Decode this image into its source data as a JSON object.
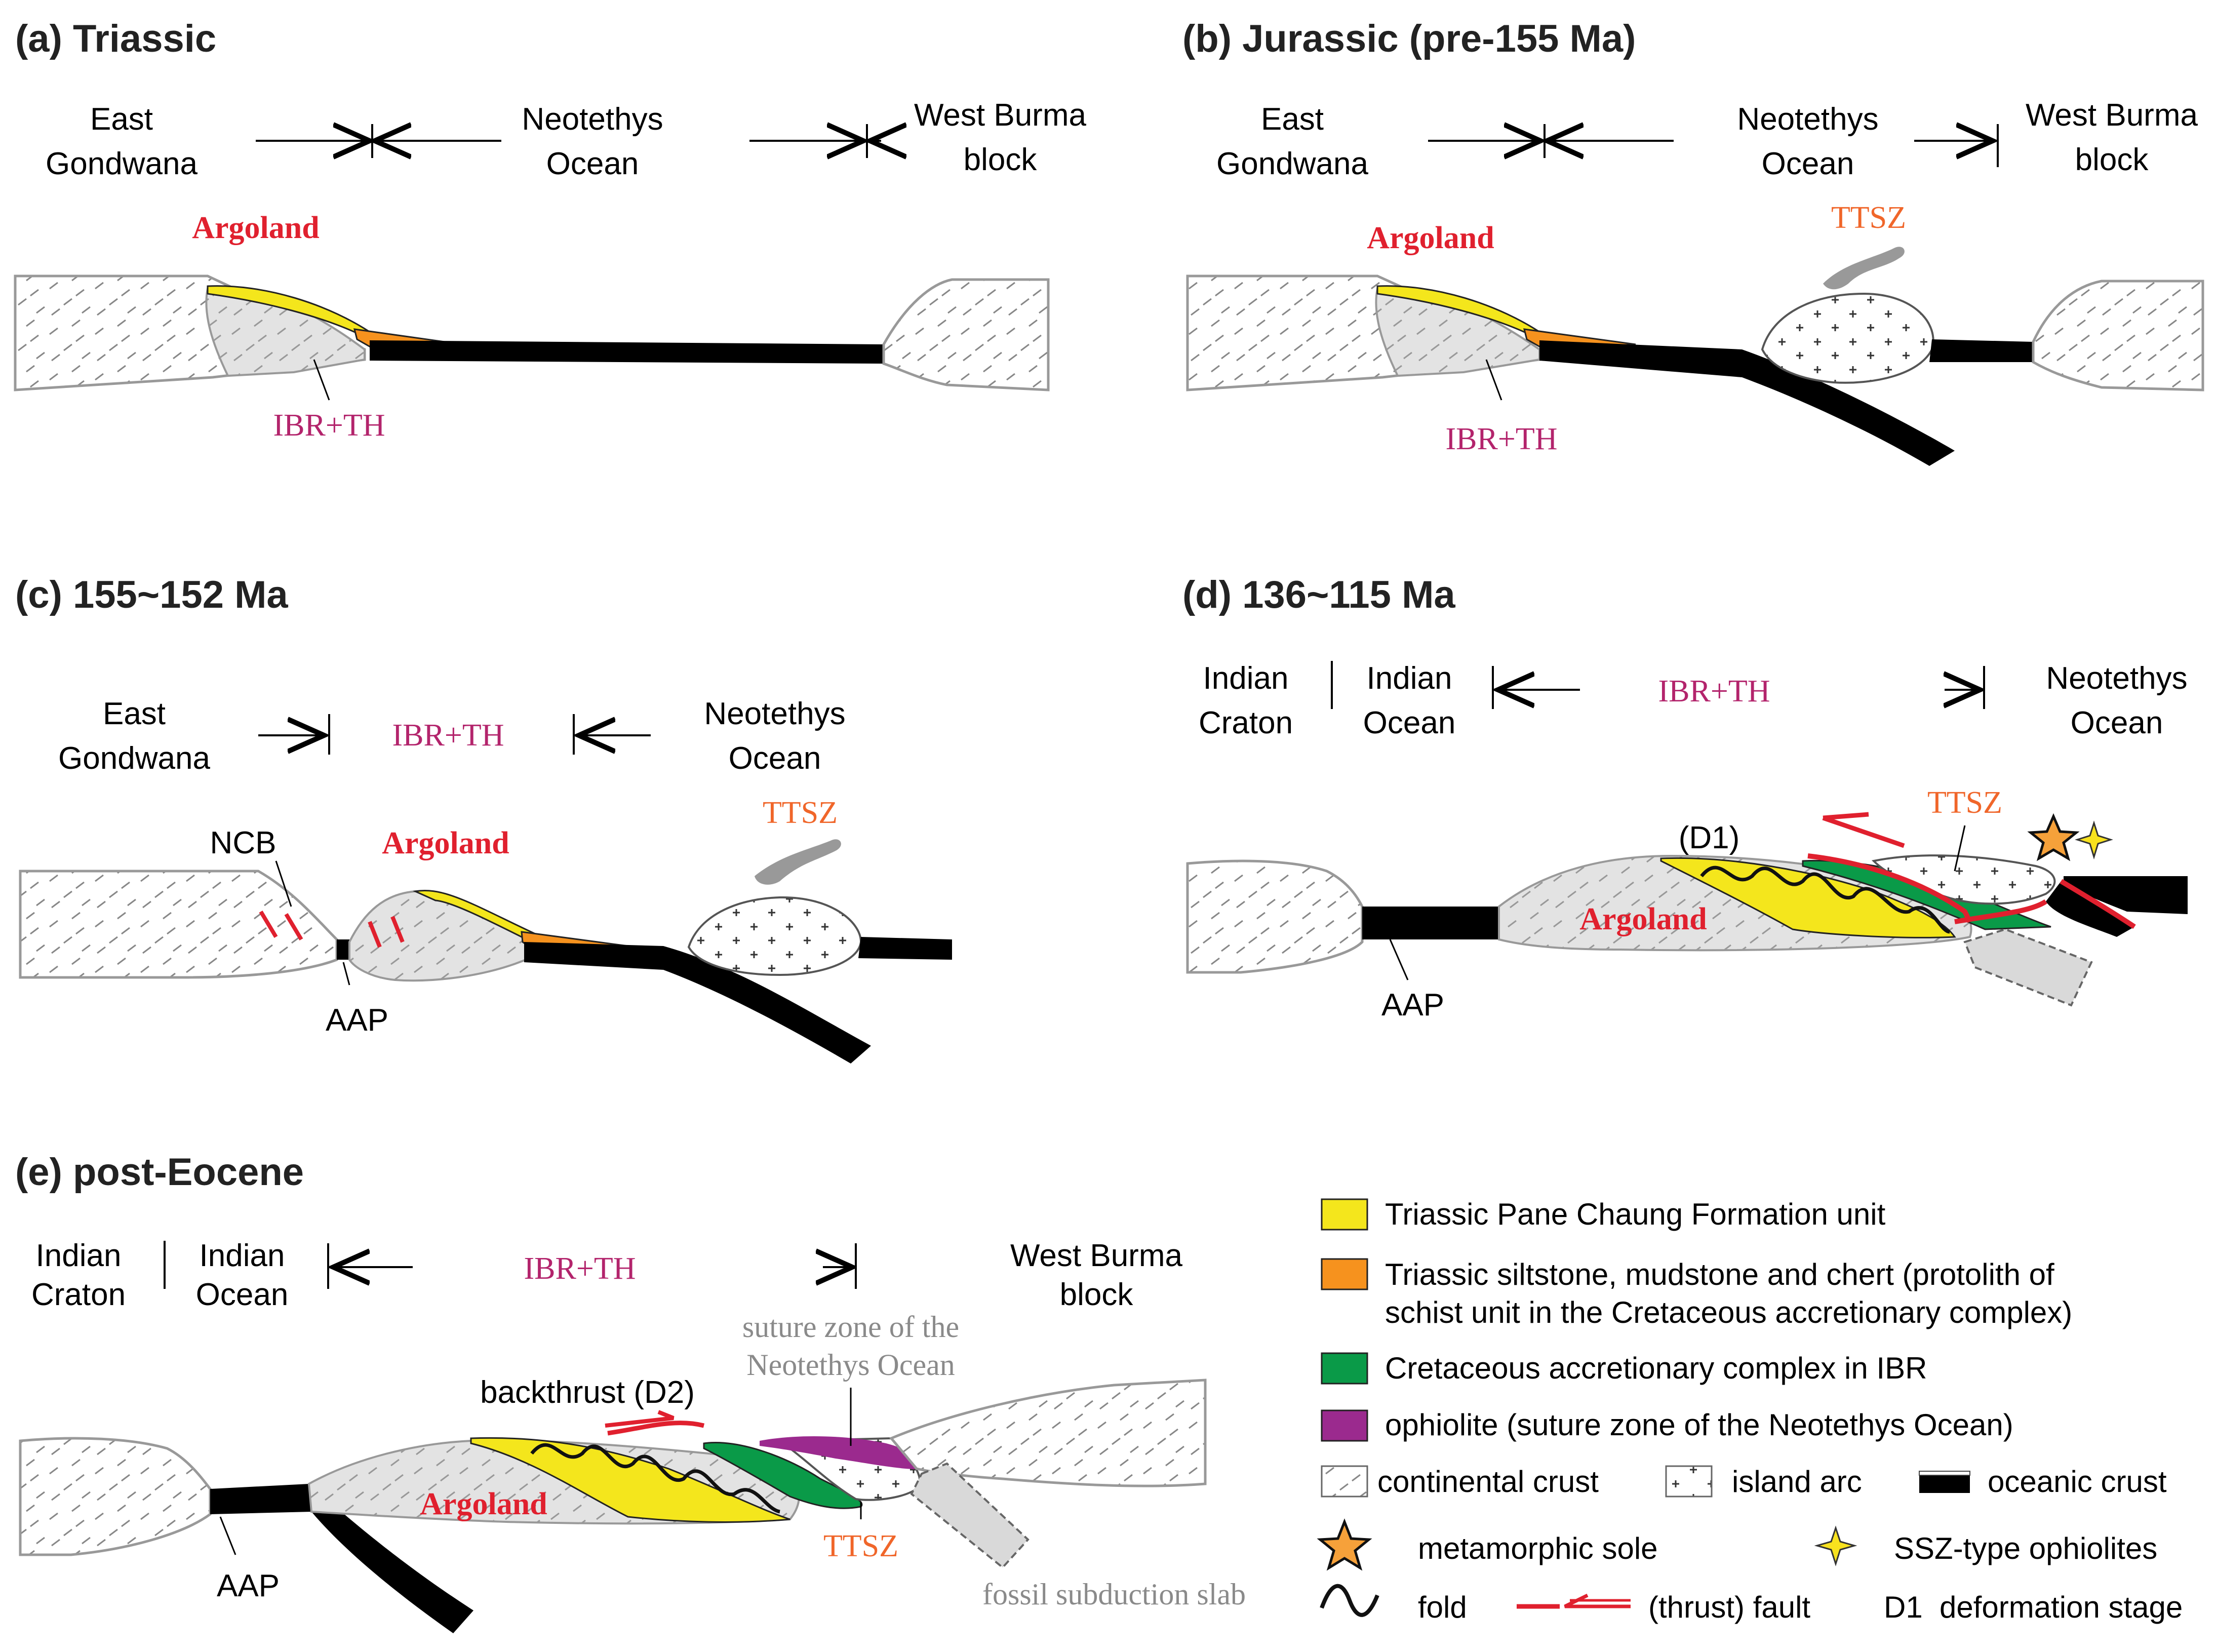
{
  "panels": {
    "a": {
      "title": "(a) Triassic",
      "regions": [
        "East",
        "Gondwana",
        "Neotethys",
        "Ocean",
        "West Burma",
        "block"
      ],
      "argoland": "Argoland",
      "ibr": "IBR+TH"
    },
    "b": {
      "title": "(b) Jurassic (pre-155 Ma)",
      "regions": [
        "East",
        "Gondwana",
        "Neotethys",
        "Ocean",
        "West Burma",
        "block"
      ],
      "argoland": "Argoland",
      "ibr": "IBR+TH",
      "ttsz": "TTSZ"
    },
    "c": {
      "title": "(c) 155~152 Ma",
      "regions": [
        "East",
        "Gondwana",
        "IBR+TH",
        "Neotethys",
        "Ocean"
      ],
      "ncb": "NCB",
      "argoland": "Argoland",
      "ttsz": "TTSZ",
      "aap": "AAP"
    },
    "d": {
      "title": "(d) 136~115 Ma",
      "regions": [
        "Indian",
        "Craton",
        "Indian",
        "Ocean",
        "IBR+TH",
        "Neotethys",
        "Ocean"
      ],
      "d1": "(D1)",
      "ttsz": "TTSZ",
      "argoland": "Argoland",
      "aap": "AAP"
    },
    "e": {
      "title": "(e) post-Eocene",
      "regions": [
        "Indian",
        "Craton",
        "Indian",
        "Ocean",
        "IBR+TH",
        "West Burma",
        "block"
      ],
      "suture": [
        "suture zone of the",
        "Neotethys Ocean"
      ],
      "backthrust": "backthrust (D2)",
      "argoland": "Argoland",
      "ttsz": "TTSZ",
      "aap": "AAP",
      "slab": "fossil subduction slab"
    }
  },
  "legend": {
    "yellow": "Triassic Pane Chaung Formation unit",
    "orange": [
      "Triassic siltstone, mudstone and chert (protolith of",
      "schist unit in the Cretaceous accretionary complex)"
    ],
    "green": "Cretaceous accretionary complex in IBR",
    "purple": "ophiolite (suture zone of the Neotethys Ocean)",
    "continental": "continental crust",
    "arc": "island arc",
    "oceanic": "oceanic crust",
    "sole": "metamorphic sole",
    "ssz": "SSZ-type ophiolites",
    "fold": "fold",
    "fault": "(thrust) fault",
    "d1": "D1",
    "d1_desc": "deformation stage"
  },
  "colors": {
    "yellow": "#f4e61c",
    "orange": "#f6921e",
    "green": "#0a9a48",
    "purple": "#9b2a8e",
    "red": "#e0202e",
    "light_gray": "#e6e6e6",
    "oceanic": "#000000"
  }
}
